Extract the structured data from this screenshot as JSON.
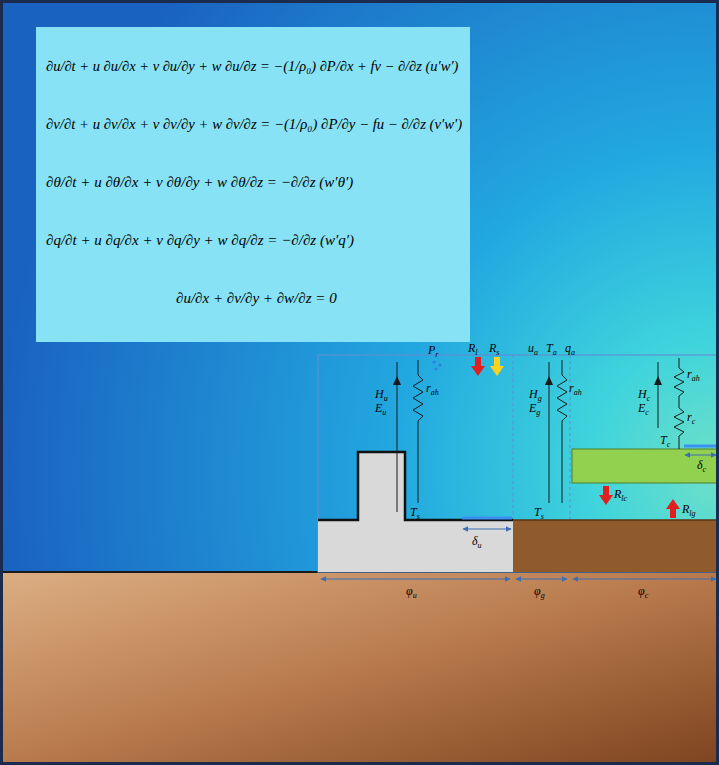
{
  "diagram": {
    "nodes": [
      {
        "text": [
          "∂u/∂t + u ∂u/∂x + v ∂u/∂y + w ∂u/∂z = −(1/ρ₀) ∂P/∂x + fv − ∂/∂z (u′w′)",
          "∂v/∂t + u ∂v/∂x + v ∂v/∂y + w ∂v/∂z = −(1/ρ₀) ∂P/∂y − fu − ∂/∂z (v′w′)",
          "∂θ/∂t + u ∂θ/∂x + v ∂θ/∂y + w ∂θ/∂z = −∂/∂z (w′θ′)",
          "∂q/∂t + u ∂q/∂x + v ∂q/∂y + w ∂q/∂z = −∂/∂z (w′q′)",
          "∂u/∂x + ∂v/∂y + ∂w/∂z = 0"
        ]
      }
    ],
    "labels": [
      "Pr",
      "Rl",
      "Rs",
      "ua",
      "Ta",
      "qa",
      "Hu",
      "Eu",
      "rah",
      "Ts",
      "δu",
      "Hg",
      "Eg",
      "rah",
      "Ts",
      "Hc",
      "Ec",
      "rah",
      "rc",
      "Tc",
      "δc",
      "Rlc",
      "Rlg",
      "φu",
      "φg",
      "φc"
    ]
  }
}
